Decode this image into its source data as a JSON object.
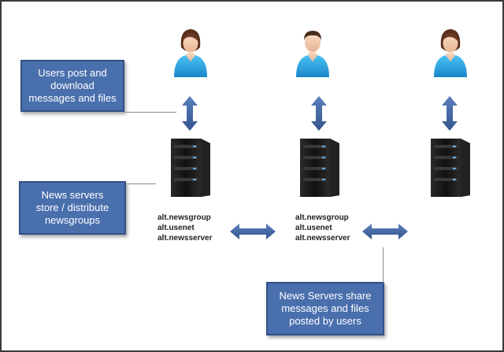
{
  "callouts": {
    "users": [
      "Users post and",
      "download",
      "messages and files"
    ],
    "servers": [
      "News servers",
      "store  / distribute",
      "newsgroups"
    ],
    "share": [
      "News Servers share",
      "messages and files",
      "posted by users"
    ]
  },
  "servers": [
    {
      "newsgroups": [
        "alt.newsgroup",
        "alt.usenet",
        "alt.newsserver"
      ]
    },
    {
      "newsgroups": [
        "alt.newsgroup",
        "alt.usenet",
        "alt.newsserver"
      ]
    }
  ],
  "colors": {
    "callout_fill": "#4a6fad",
    "arrow": "#3f5f9a",
    "person_shirt": "#2aa6e6",
    "server_body": "#1b1b1b"
  },
  "icons": {
    "person_female": "user-female-icon",
    "person_male": "user-male-icon",
    "server": "server-icon"
  }
}
